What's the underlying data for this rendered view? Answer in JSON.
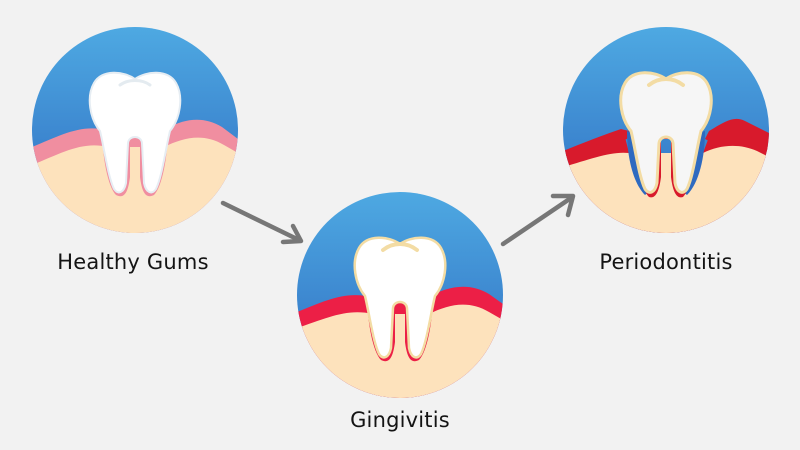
{
  "diagram": {
    "stages": [
      {
        "id": "healthy",
        "label": "Healthy Gums",
        "gum_color": "#f08ea0",
        "outline_color": "#e8eef3",
        "icon": "healthy-tooth-icon"
      },
      {
        "id": "gingivitis",
        "label": "Gingivitis",
        "gum_color": "#ec1f46",
        "outline_color": "#f3dca4",
        "icon": "gingivitis-tooth-icon"
      },
      {
        "id": "periodontitis",
        "label": "Periodontitis",
        "gum_color": "#d81a2c",
        "outline_color": "#f3dca4",
        "icon": "periodontitis-tooth-icon"
      }
    ],
    "arrows": [
      {
        "from": "healthy",
        "to": "gingivitis",
        "direction": "down-right"
      },
      {
        "from": "gingivitis",
        "to": "periodontitis",
        "direction": "up-right"
      }
    ],
    "colors": {
      "background": "#f2f2f2",
      "sky_top": "#4aa6e0",
      "sky_bottom": "#2f6fc2",
      "bone": "#fde2bc",
      "tooth": "#ffffff",
      "arrow": "#777777",
      "text": "#141414"
    }
  }
}
